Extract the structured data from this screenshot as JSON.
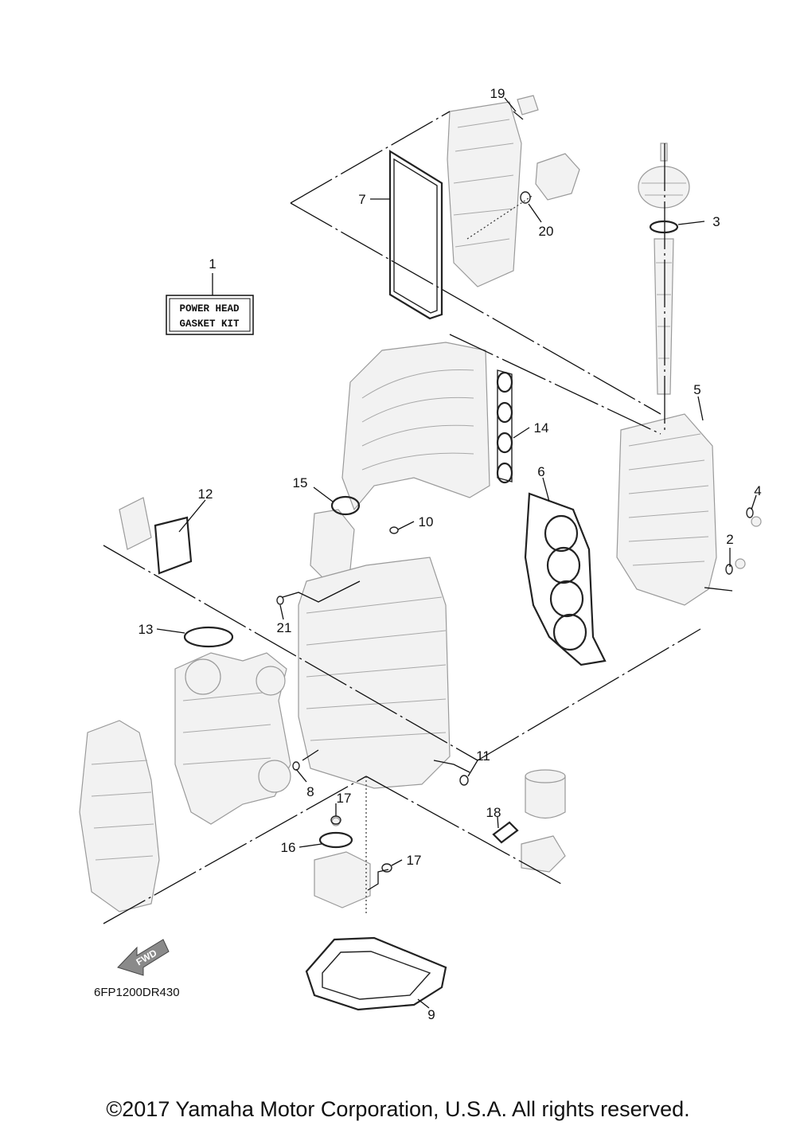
{
  "kit_box": {
    "line1": "POWER HEAD",
    "line2": "GASKET KIT"
  },
  "diagram_code": "6FP1200DR430",
  "fwd_label": "FWD",
  "copyright": "©2017 Yamaha Motor Corporation, U.S.A. All rights reserved.",
  "callouts": [
    "1",
    "2",
    "3",
    "4",
    "5",
    "6",
    "7",
    "8",
    "9",
    "10",
    "11",
    "12",
    "13",
    "14",
    "15",
    "16",
    "17",
    "17",
    "18",
    "19",
    "20",
    "21"
  ]
}
